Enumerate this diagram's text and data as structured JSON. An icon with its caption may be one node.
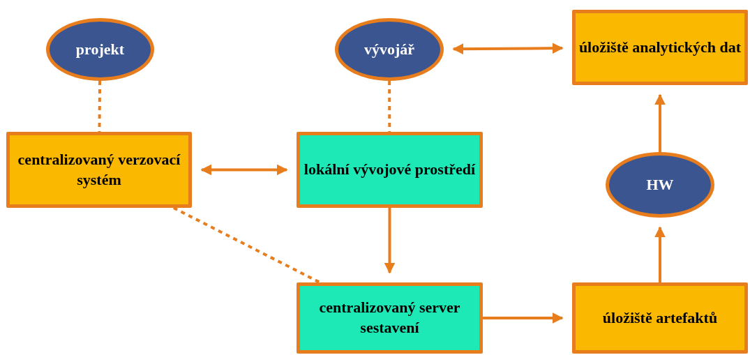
{
  "diagram": {
    "nodes": [
      {
        "text": [
          "projekt"
        ]
      },
      {
        "text": [
          "vývojář"
        ]
      },
      {
        "text": [
          "úložiště analytických dat"
        ]
      },
      {
        "text": [
          "centralizovaný verzovací systém"
        ]
      },
      {
        "text": [
          "lokální vývojové prostředí"
        ]
      },
      {
        "text": [
          "HW"
        ]
      },
      {
        "text": [
          "centralizovaný server sestavení"
        ]
      },
      {
        "text": [
          "úložiště artefaktů"
        ]
      }
    ],
    "edges": [
      {
        "from": 0,
        "to": 3,
        "arrow": "none",
        "style": "dashed"
      },
      {
        "from": 1,
        "to": 4,
        "arrow": "none",
        "style": "dashed"
      },
      {
        "from": 1,
        "to": 2,
        "arrow": "both"
      },
      {
        "from": 3,
        "to": 4,
        "arrow": "both"
      },
      {
        "from": 3,
        "to": 6,
        "arrow": "none",
        "style": "dashed"
      },
      {
        "from": 4,
        "to": 6,
        "arrow": "to"
      },
      {
        "from": 6,
        "to": 7,
        "arrow": "to"
      },
      {
        "from": 7,
        "to": 5,
        "arrow": "to"
      },
      {
        "from": 5,
        "to": 2,
        "arrow": "to"
      }
    ]
  }
}
